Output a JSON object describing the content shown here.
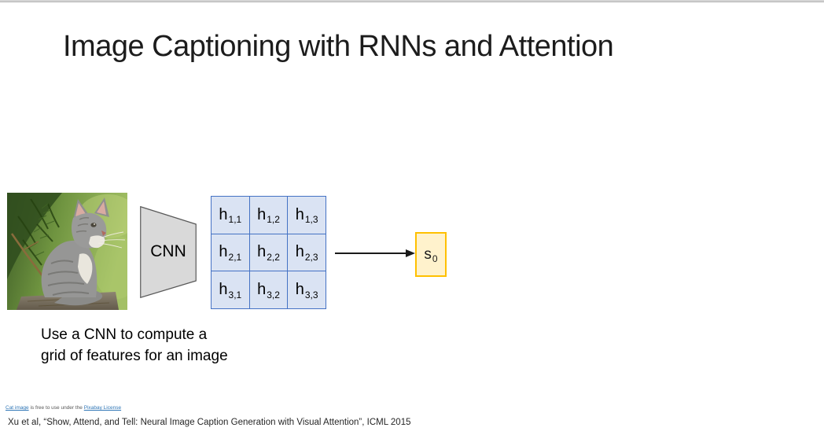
{
  "title": "Image Captioning with RNNs and Attention",
  "diagram": {
    "cat_image_alt": "gray kitten looking up against green foliage",
    "cnn_label": "CNN",
    "feature_grid": {
      "cells": [
        {
          "base": "h",
          "sub": "1,1"
        },
        {
          "base": "h",
          "sub": "1,2"
        },
        {
          "base": "h",
          "sub": "1,3"
        },
        {
          "base": "h",
          "sub": "2,1"
        },
        {
          "base": "h",
          "sub": "2,2"
        },
        {
          "base": "h",
          "sub": "2,3"
        },
        {
          "base": "h",
          "sub": "3,1"
        },
        {
          "base": "h",
          "sub": "3,2"
        },
        {
          "base": "h",
          "sub": "3,3"
        }
      ]
    },
    "state_box": {
      "base": "s",
      "sub": "0"
    }
  },
  "caption": {
    "line1": "Use a CNN to compute a",
    "line2": "grid of features for an image"
  },
  "footer": {
    "attribution": {
      "link_cat_image": "Cat image",
      "middle_text": "is free to use under the",
      "link_pixabay": "Pixabay License"
    },
    "citation": "Xu et al, “Show, Attend, and Tell: Neural Image Caption Generation with Visual Attention”, ICML 2015"
  },
  "colors": {
    "accent-blue": "#4472C4",
    "cell-fill": "#DAE3F3",
    "gold": "#FFC000",
    "gold-fill": "#FFF2CC",
    "shape-gray": "#D9D9D9",
    "link-blue": "#2E75B6"
  }
}
